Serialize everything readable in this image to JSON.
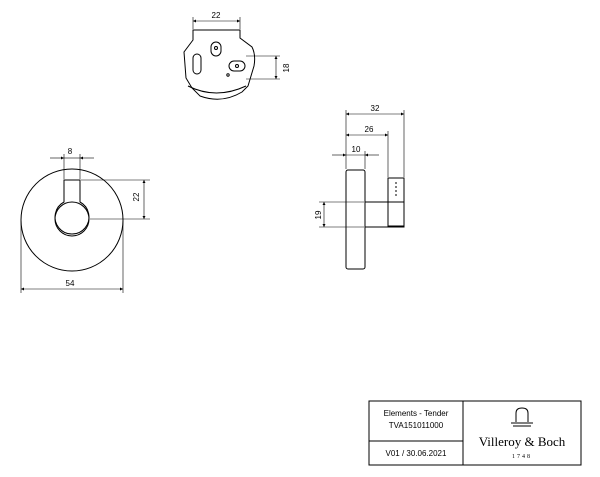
{
  "dimensions": {
    "bracket_width": "22",
    "bracket_height": "18",
    "slot_width": "8",
    "slot_height": "22",
    "disc_diameter": "54",
    "side_total_depth": "32",
    "side_hook_depth": "26",
    "side_plate_depth": "10",
    "side_height": "19"
  },
  "title_block": {
    "product_name": "Elements - Tender",
    "article_number": "TVA151011000",
    "version_date": "V01 / 30.06.2021",
    "brand_name": "Villeroy & Boch",
    "brand_year": "1748"
  }
}
